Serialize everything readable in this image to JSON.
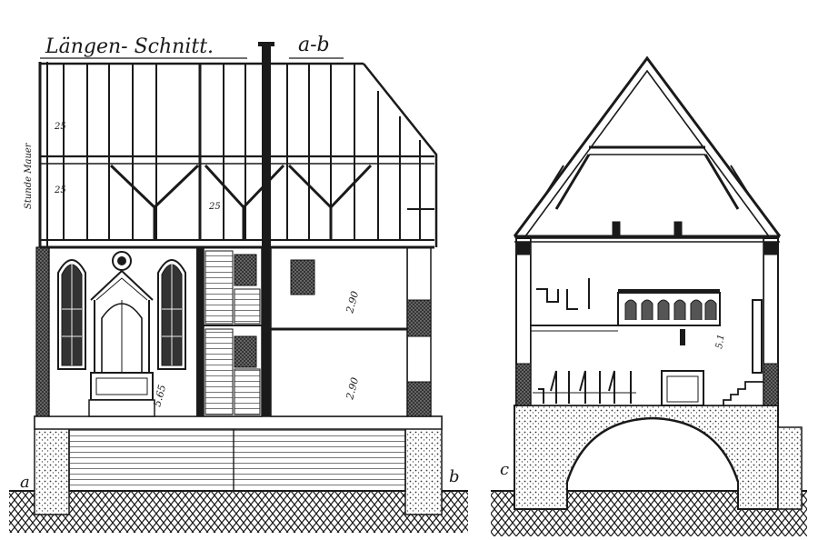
{
  "sheet": {
    "title": "Längen- Schnitt.",
    "section_ab": "a-b",
    "left_vertical_note": "Stunde Mauer",
    "colors": {
      "ink": "#1a1a1a",
      "paper": "#ffffff",
      "hatch": "#333333"
    }
  },
  "marks": {
    "a": "a",
    "b": "b",
    "c": "c"
  },
  "dimensions": {
    "roof_upper": "25",
    "roof_mid": "25",
    "roof_center": "25",
    "height_left_hall": "5.65",
    "height_upper_room": "2.90",
    "height_lower_room": "2.90",
    "cross_section_right": "5.1"
  }
}
